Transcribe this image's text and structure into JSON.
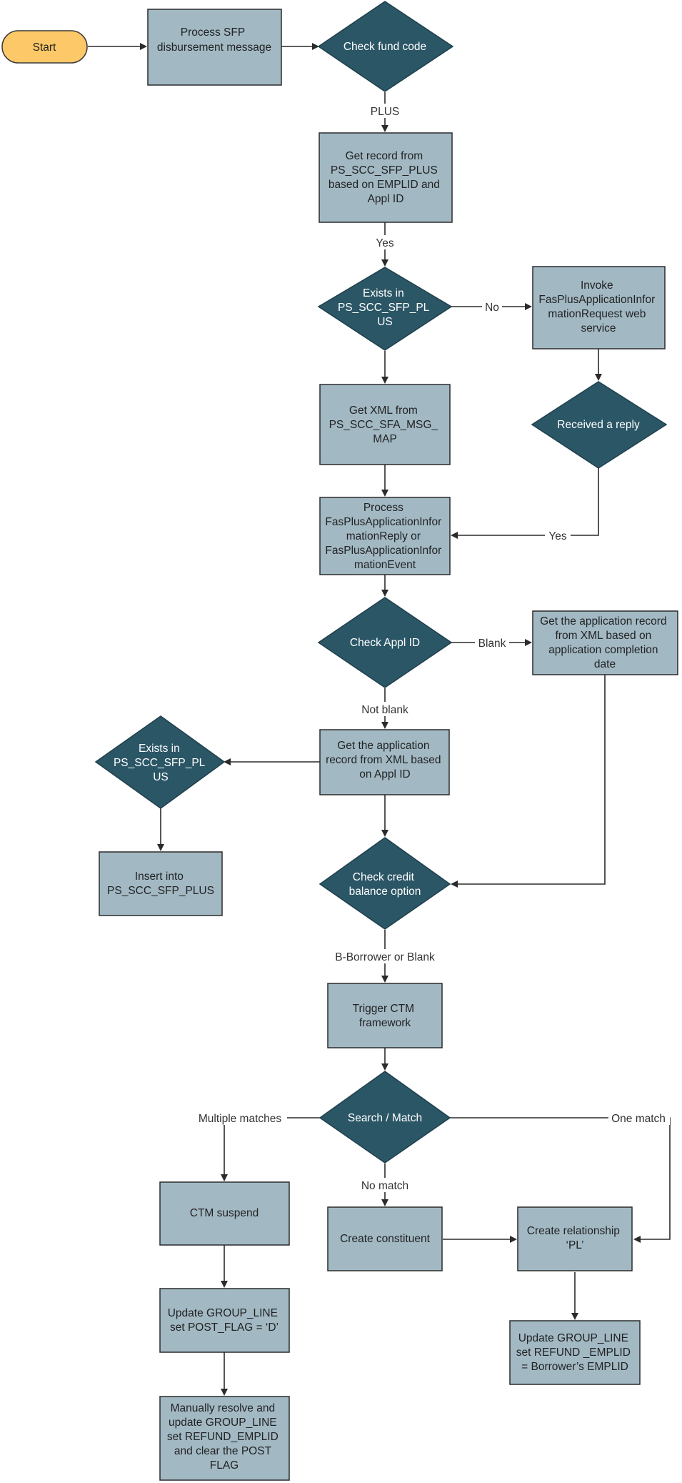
{
  "diagram": {
    "start": "Start",
    "process_sfp": [
      "Process SFP",
      "disbursement message"
    ],
    "check_fund_code": [
      "Check fund code"
    ],
    "get_record_plus": [
      "Get record from",
      "PS_SCC_SFP_PLUS",
      "based on EMPLID and",
      "Appl ID"
    ],
    "exists_plus_1": [
      "Exists in",
      "PS_SCC_SFP_PL",
      "US"
    ],
    "invoke_ws": [
      "Invoke",
      "FasPlusApplicationInfor",
      "mationRequest web",
      "service"
    ],
    "get_xml": [
      "Get XML from",
      "PS_SCC_SFA_MSG_",
      "MAP"
    ],
    "received_reply": [
      "Received a reply"
    ],
    "process_reply": [
      "Process",
      "FasPlusApplicationInfor",
      "mationReply or",
      "FasPlusApplicationInfor",
      "mationEvent"
    ],
    "check_appl_id": [
      "Check Appl ID"
    ],
    "get_app_by_date": [
      "Get the application record",
      "from XML based on",
      "application completion",
      "date"
    ],
    "get_app_by_id": [
      "Get the application",
      "record from XML based",
      "on Appl ID"
    ],
    "exists_plus_2": [
      "Exists in",
      "PS_SCC_SFP_PL",
      "US"
    ],
    "insert_plus": [
      "Insert into",
      "PS_SCC_SFP_PLUS"
    ],
    "check_credit": [
      "Check credit",
      "balance option"
    ],
    "trigger_ctm": [
      "Trigger CTM",
      "framework"
    ],
    "search_match": [
      "Search /  Match"
    ],
    "ctm_suspend": [
      "CTM suspend"
    ],
    "create_constituent": [
      "Create constituent"
    ],
    "create_relationship": [
      "Create relationship",
      "‘PL’"
    ],
    "update_post_flag": [
      "Update GROUP_LINE",
      "set POST_FLAG = ‘D’"
    ],
    "update_refund": [
      "Update GROUP_LINE",
      "set REFUND _EMPLID",
      "= Borrower’s EMPLID"
    ],
    "manual_resolve": [
      "Manually resolve and",
      "update  GROUP_LINE",
      "set REFUND_EMPLID",
      "and clear the POST",
      "FLAG"
    ]
  },
  "edges": {
    "plus": "PLUS",
    "yes_1": "Yes",
    "no": "No",
    "yes_2": "Yes",
    "blank": "Blank",
    "not_blank": "Not blank",
    "b_borrower": "B-Borrower or Blank",
    "multiple_matches": "Multiple matches",
    "one_match": "One match",
    "no_match": "No match"
  }
}
